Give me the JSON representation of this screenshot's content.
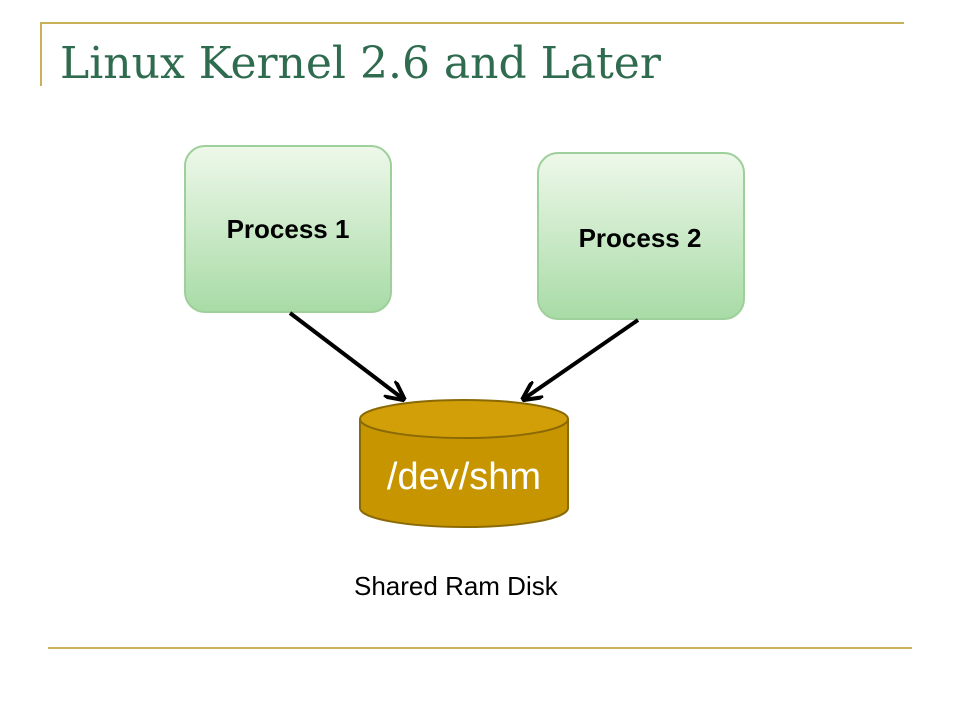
{
  "slide": {
    "title": "Linux Kernel 2.6 and Later",
    "caption": "Shared Ram Disk"
  },
  "diagram": {
    "processes": [
      {
        "label": "Process 1"
      },
      {
        "label": "Process 2"
      }
    ],
    "storage": {
      "label": "/dev/shm"
    },
    "connections": [
      {
        "from": "Process 1",
        "to": "/dev/shm"
      },
      {
        "from": "Process 2",
        "to": "/dev/shm"
      }
    ]
  },
  "colors": {
    "title": "#2f6b4e",
    "frame": "#c9b15a",
    "process_fill_top": "#eef8ea",
    "process_fill_bottom": "#a8dba6",
    "process_stroke": "#9fcf9b",
    "cylinder_fill": "#c79500",
    "cylinder_stroke": "#8a6a05",
    "arrow": "#000000"
  }
}
